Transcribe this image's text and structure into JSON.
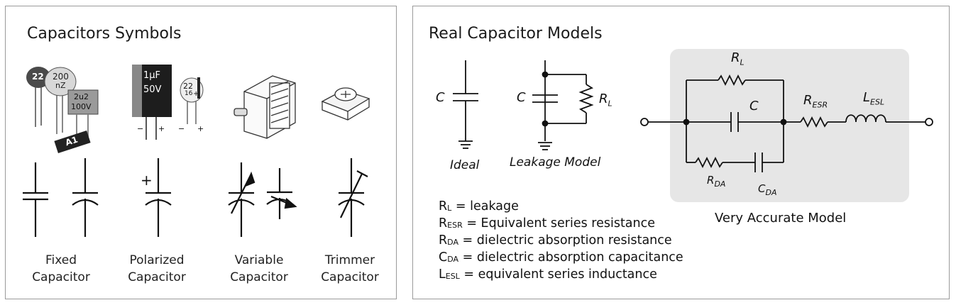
{
  "left_panel": {
    "title": "Capacitors Symbols",
    "photos": {
      "ceramic": {
        "label1": "22",
        "label2": "200",
        "label3": "nZ",
        "label4": "2u2",
        "label5": "100V",
        "chip": "A1"
      },
      "electrolytic": {
        "value": "1μF",
        "voltage": "50V",
        "minus": "−",
        "plus": "+",
        "small_value": "22",
        "small_voltage": "16",
        "small_plus": "+",
        "small_minus": "−"
      }
    },
    "labels": {
      "fixed": [
        "Fixed",
        "Capacitor"
      ],
      "polarized": [
        "Polarized",
        "Capacitor"
      ],
      "variable": [
        "Variable",
        "Capacitor"
      ],
      "trimmer": [
        "Trimmer",
        "Capacitor"
      ]
    },
    "polarized_plus": "+"
  },
  "right_panel": {
    "title": "Real Capacitor Models",
    "ideal": {
      "c_label": "C",
      "caption": "Ideal"
    },
    "leakage": {
      "c_label": "C",
      "r_label": "R",
      "r_sub": "L",
      "caption": "Leakage Model"
    },
    "accurate": {
      "rl": "R",
      "rl_sub": "L",
      "c": "C",
      "resr": "R",
      "resr_sub": "ESR",
      "lesl": "L",
      "lesl_sub": "ESL",
      "rda": "R",
      "rda_sub": "DA",
      "cda": "C",
      "cda_sub": "DA",
      "caption": "Very Accurate Model"
    },
    "legend": [
      {
        "sym": "R",
        "sub": "L",
        "text": " = leakage"
      },
      {
        "sym": "R",
        "sub": "ESR",
        "text": " = Equivalent series resistance"
      },
      {
        "sym": "R",
        "sub": "DA",
        "text": " = dielectric absorption resistance"
      },
      {
        "sym": "C",
        "sub": "DA",
        "text": " = dielectric absorption capacitance"
      },
      {
        "sym": "L",
        "sub": "ESL",
        "text": " = equivalent series inductance"
      }
    ]
  }
}
